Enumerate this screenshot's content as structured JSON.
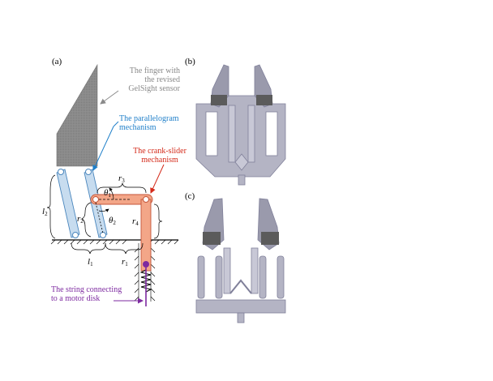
{
  "panels": {
    "a": "(a)",
    "b": "(b)",
    "c": "(c)"
  },
  "labels": {
    "finger_line1": "The finger with",
    "finger_line2": "the revised",
    "finger_line3": "GelSight sensor",
    "para_line1": "The parallelogram",
    "para_line2": "mechanism",
    "crank_line1": "The crank-slider",
    "crank_line2": "mechanism",
    "string_line1": "The string connecting",
    "string_line2": "to a motor disk"
  },
  "symbols": {
    "l": "l",
    "r": "r",
    "theta": "θ",
    "sub1": "1",
    "sub2": "2",
    "sub3": "3",
    "sub4": "4"
  },
  "colors": {
    "finger": "#8c8c8c",
    "link_blue": "#c7dcef",
    "link_blue_stroke": "#4a86bd",
    "crank": "#f3a688",
    "crank_stroke": "#c4553a",
    "accent_red": "#d42a1a",
    "accent_blue": "#1f7fc9",
    "accent_purple": "#7d2aa0",
    "gripper": "#b4b4c4"
  }
}
